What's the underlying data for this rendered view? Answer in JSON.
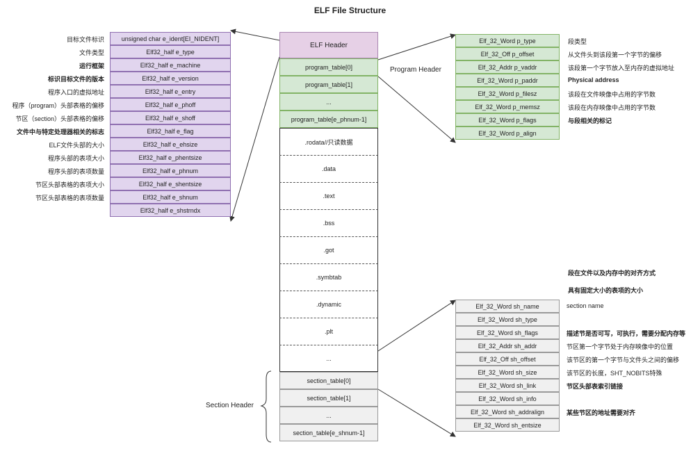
{
  "title": "ELF File Structure",
  "elf_header_fields": [
    {
      "field": "unsigned char e_ident[EI_NIDENT]",
      "desc": "目标文件标识",
      "bold": false
    },
    {
      "field": "Elf32_half e_type",
      "desc": "文件类型",
      "bold": false
    },
    {
      "field": "Elf32_half e_machine",
      "desc": "运行框架",
      "bold": true
    },
    {
      "field": "Elf32_half e_version",
      "desc": "标识目标文件的版本",
      "bold": true
    },
    {
      "field": "Elf32_half e_entry",
      "desc": "程序入口的虚拟地址",
      "bold": false
    },
    {
      "field": "Elf32_half e_phoff",
      "desc": "程序（program）头部表格的偏移",
      "bold": false
    },
    {
      "field": "Elf32_half e_shoff",
      "desc": "节区（section）头部表格的偏移",
      "bold": false
    },
    {
      "field": "Elf32_half e_flag",
      "desc": "文件中与特定处理器相关的标志",
      "bold": true
    },
    {
      "field": "Elf32_half e_ehsize",
      "desc": "ELF文件头部的大小",
      "bold": false
    },
    {
      "field": "Elf32_half e_phentsize",
      "desc": "程序头部的表项大小",
      "bold": false
    },
    {
      "field": "Elf32_half e_phnum",
      "desc": "程序头部的表项数量",
      "bold": false
    },
    {
      "field": "Elf32_half e_shentsize",
      "desc": "节区头部表格的表项大小",
      "bold": false
    },
    {
      "field": "Elf32_half e_shnum",
      "desc": "节区头部表格的表项数量",
      "bold": false
    },
    {
      "field": "Elf32_half e_shstrndx",
      "desc": "",
      "bold": false
    }
  ],
  "center": {
    "header": "ELF Header",
    "program_tables": [
      "program_table[0]",
      "program_table[1]",
      "...",
      "program_table[e_phnum-1]"
    ],
    "sections": [
      ".rodata//只读数据",
      ".data",
      ".text",
      ".bss",
      ".got",
      ".symbtab",
      ".dynamic",
      ".plt",
      "..."
    ],
    "section_tables": [
      "section_table[0]",
      "section_table[1]",
      "...",
      "section_table[e_shnum-1]"
    ]
  },
  "program_header": {
    "label": "Program Header",
    "fields": [
      {
        "field": "Elf_32_Word p_type",
        "desc": "段类型",
        "bold": false
      },
      {
        "field": "Elf_32_Off p_offset",
        "desc": "从文件头到该段第一个字节的偏移",
        "bold": false
      },
      {
        "field": "Elf_32_Addr p_vaddr",
        "desc": "该段第一个字节放入至内存的虚拟地址",
        "bold": false
      },
      {
        "field": "Elf_32_Word p_paddr",
        "desc": "Physical address",
        "bold": true
      },
      {
        "field": "Elf_32_Word p_filesz",
        "desc": "该段在文件映像中占用的字节数",
        "bold": false
      },
      {
        "field": "Elf_32_Word p_memsz",
        "desc": "该段在内存映像中占用的字节数",
        "bold": false
      },
      {
        "field": "Elf_32_Word p_flags",
        "desc": "与段相关的标记",
        "bold": true
      },
      {
        "field": "Elf_32_Word p_align",
        "desc": "",
        "bold": false
      }
    ]
  },
  "section_header": {
    "label": "Section Header",
    "notes_above": [
      "段在文件以及内存中的对齐方式",
      "具有固定大小的表项的大小"
    ],
    "fields": [
      {
        "field": "Elf_32_Word sh_name",
        "desc": "section name",
        "bold": false
      },
      {
        "field": "Elf_32_Word sh_type",
        "desc": "",
        "bold": false
      },
      {
        "field": "Elf_32_Word sh_flags",
        "desc": "描述节是否可写，可执行，需要分配内存等",
        "bold": true
      },
      {
        "field": "Elf_32_Addr sh_addr",
        "desc": "节区第一个字节处于内存映像中的位置",
        "bold": false
      },
      {
        "field": "Elf_32_Off sh_offset",
        "desc": "该节区的第一个字节与文件头之间的偏移",
        "bold": false
      },
      {
        "field": "Elf_32_Word sh_size",
        "desc": "该节区的长度，SHT_NOBITS特殊",
        "bold": false
      },
      {
        "field": "Elf_32_Word sh_link",
        "desc": "节区头部表索引链接",
        "bold": true
      },
      {
        "field": "Elf_32_Word sh_info",
        "desc": "",
        "bold": false
      },
      {
        "field": "Elf_32_Word sh_addralign",
        "desc": "某些节区的地址需要对齐",
        "bold": true
      },
      {
        "field": "Elf_32_Word sh_entsize",
        "desc": "",
        "bold": false
      }
    ]
  }
}
